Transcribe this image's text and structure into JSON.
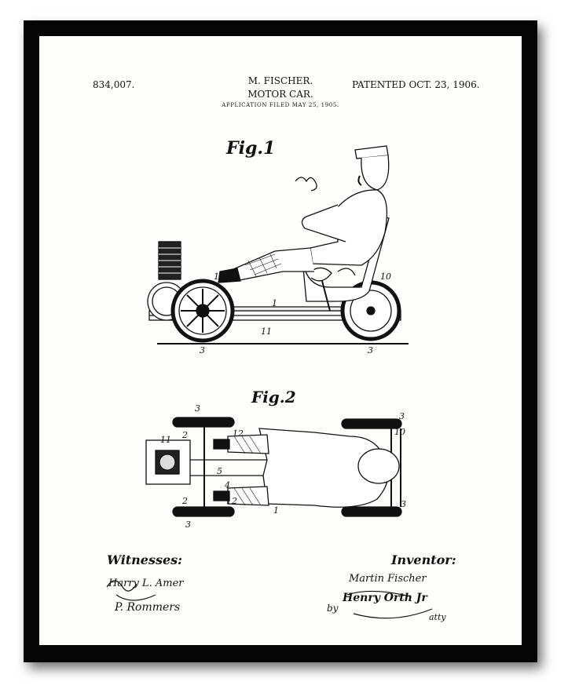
{
  "header": {
    "patent_number": "834,007.",
    "inventor": "M. FISCHER.",
    "title": "MOTOR CAR.",
    "application_filed": "APPLICATION FILED MAY 25, 1905.",
    "patented_date": "PATENTED OCT. 23, 1906."
  },
  "figures": {
    "fig1_label": "Fig.1",
    "fig2_label": "Fig.2",
    "fig1_refs": [
      "12",
      "10",
      "1",
      "11",
      "3",
      "3"
    ],
    "fig2_refs": [
      "3",
      "2",
      "12",
      "11",
      "5",
      "4",
      "2",
      "12",
      "3",
      "1",
      "3",
      "10",
      "3"
    ]
  },
  "signatures": {
    "witnesses_label": "Witnesses:",
    "witness_1": "Harry L. Amer",
    "witness_2": "P. Rommers",
    "inventor_label": "Inventor:",
    "inventor_signature": "Martin Fischer",
    "by": "by",
    "attorney_signature": "Henry Orth Jr",
    "atty": "atty"
  },
  "colors": {
    "frame": "#050505",
    "paper": "#fdfdfc",
    "ink": "#111111"
  }
}
